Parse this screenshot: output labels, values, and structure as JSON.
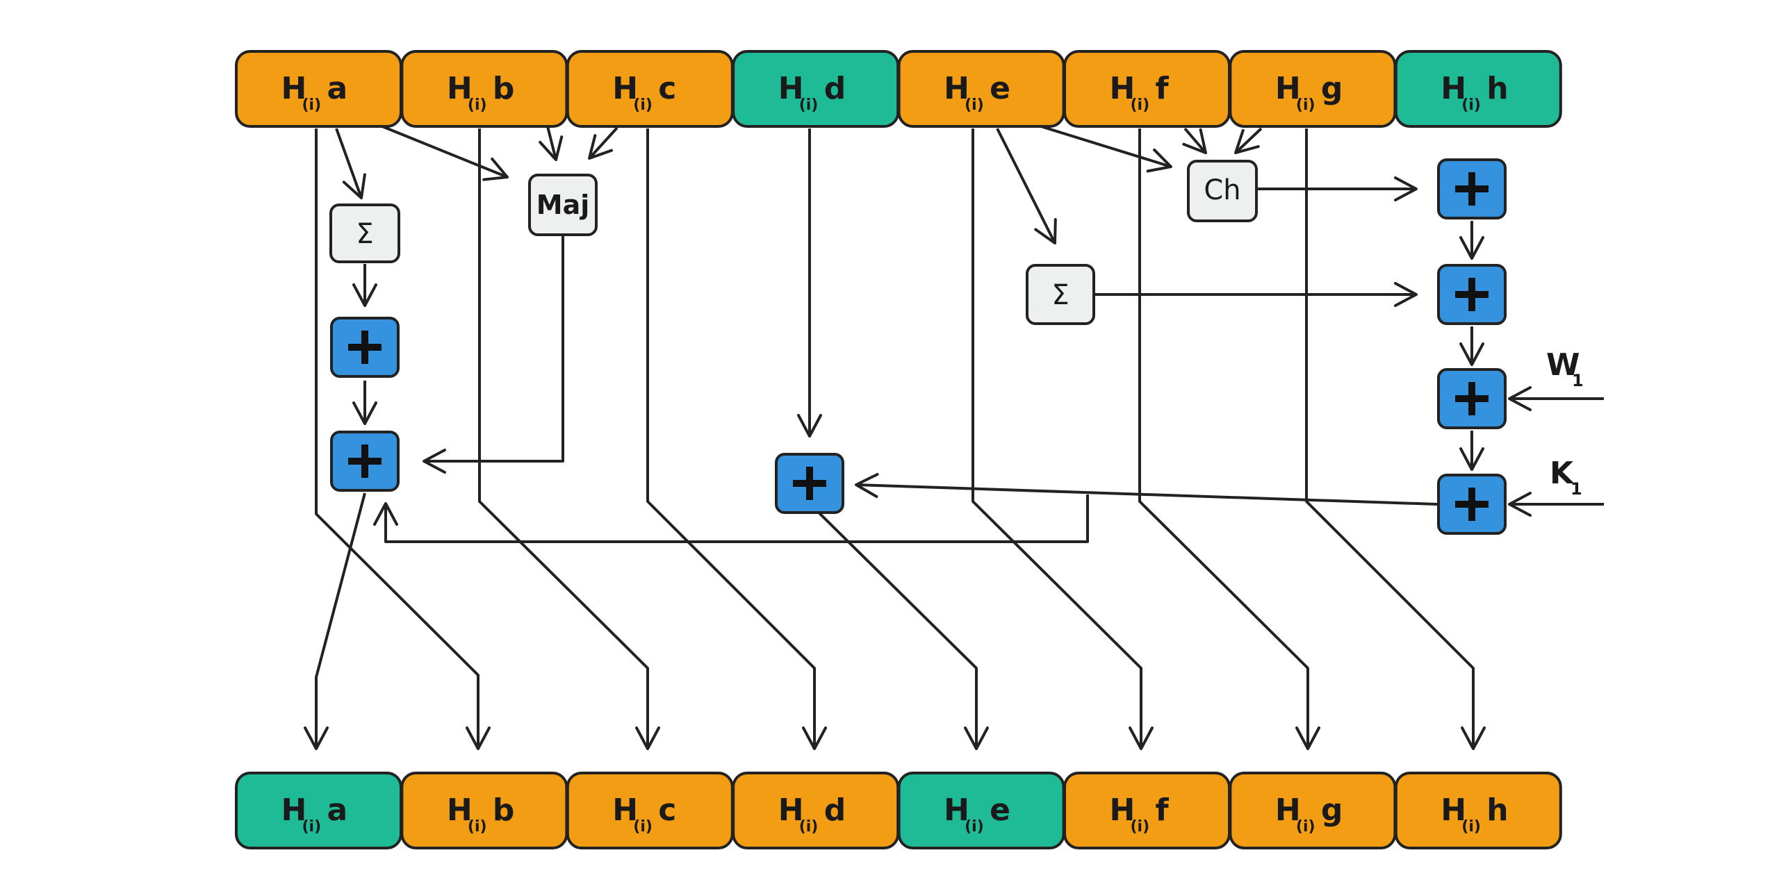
{
  "colors": {
    "orange": "#f29d14",
    "teal": "#1fbb96",
    "blue": "#3592df",
    "gray_box": "#eef0ef",
    "stroke": "#222222"
  },
  "top_registers": [
    {
      "base": "H",
      "sub": "(i)",
      "name": "a",
      "color": "orange"
    },
    {
      "base": "H",
      "sub": "(i)",
      "name": "b",
      "color": "orange"
    },
    {
      "base": "H",
      "sub": "(i)",
      "name": "c",
      "color": "orange"
    },
    {
      "base": "H",
      "sub": "(i)",
      "name": "d",
      "color": "teal"
    },
    {
      "base": "H",
      "sub": "(i)",
      "name": "e",
      "color": "orange"
    },
    {
      "base": "H",
      "sub": "(i)",
      "name": "f",
      "color": "orange"
    },
    {
      "base": "H",
      "sub": "(i)",
      "name": "g",
      "color": "orange"
    },
    {
      "base": "H",
      "sub": "(i)",
      "name": "h",
      "color": "teal"
    }
  ],
  "bottom_registers": [
    {
      "base": "H",
      "sub": "(i)",
      "name": "a",
      "color": "teal"
    },
    {
      "base": "H",
      "sub": "(i)",
      "name": "b",
      "color": "orange"
    },
    {
      "base": "H",
      "sub": "(i)",
      "name": "c",
      "color": "orange"
    },
    {
      "base": "H",
      "sub": "(i)",
      "name": "d",
      "color": "orange"
    },
    {
      "base": "H",
      "sub": "(i)",
      "name": "e",
      "color": "teal"
    },
    {
      "base": "H",
      "sub": "(i)",
      "name": "f",
      "color": "orange"
    },
    {
      "base": "H",
      "sub": "(i)",
      "name": "g",
      "color": "orange"
    },
    {
      "base": "H",
      "sub": "(i)",
      "name": "h",
      "color": "orange"
    }
  ],
  "functions": {
    "maj": "Maj",
    "ch": "Ch",
    "sigma_a": "Σ",
    "sigma_e": "Σ"
  },
  "adder_symbol": "+",
  "inputs": {
    "w": {
      "base": "W",
      "sub": "1"
    },
    "k": {
      "base": "K",
      "sub": "1"
    }
  }
}
